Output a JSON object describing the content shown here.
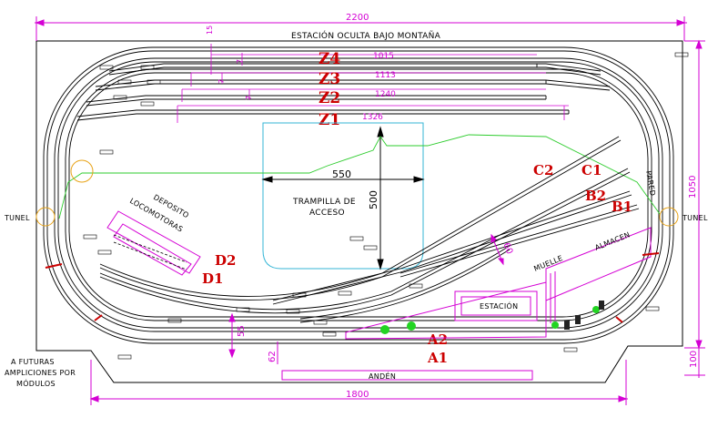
{
  "header": {
    "overall_width": "2200",
    "hidden_station": "ESTACIÓN OCULTA BAJO MONTAÑA"
  },
  "hidden_yard": {
    "tracks": [
      {
        "name": "Z4",
        "length": "1015"
      },
      {
        "name": "Z3",
        "length": "1113"
      },
      {
        "name": "Z2",
        "length": "1240"
      },
      {
        "name": "Z1",
        "length": "1326"
      }
    ],
    "offsets": [
      "15",
      "7",
      "7",
      "7"
    ]
  },
  "access_hatch": {
    "title_line1": "TRAMPILLA DE",
    "title_line2": "ACCESO",
    "width": "550",
    "height": "500"
  },
  "tunnel_left": "TUNEL",
  "tunnel_right": "TUNEL",
  "wall": "PARED",
  "depot": {
    "line1": "DEPOSITO",
    "line2": "LOCOMOTORAS"
  },
  "loco_tracks": [
    "D2",
    "D1"
  ],
  "branch_tracks": [
    "C2",
    "C1",
    "B2",
    "B1"
  ],
  "station_tracks": [
    "A2",
    "A1"
  ],
  "buildings": {
    "station": "ESTACIÓN",
    "dock": "MUELLE",
    "warehouse": "ALMACEN",
    "platform": "ANDÉN"
  },
  "dimensions": {
    "right_height": "1050",
    "bottom_width": "1800",
    "bottom_right": "100",
    "ramp": "60",
    "clear_a": "55",
    "clear_b": "62"
  },
  "future_note": {
    "line1": "A FUTURAS",
    "line2": "AMPLICIONES POR",
    "line3": "MÓDULOS"
  },
  "colors": {
    "frame": "#000000",
    "dimension": "#d400d4",
    "label_red": "#cc0000",
    "hatch": "#36b6d6",
    "wire": "#2ecc2e",
    "tunnel_marker": "#e8a317"
  }
}
